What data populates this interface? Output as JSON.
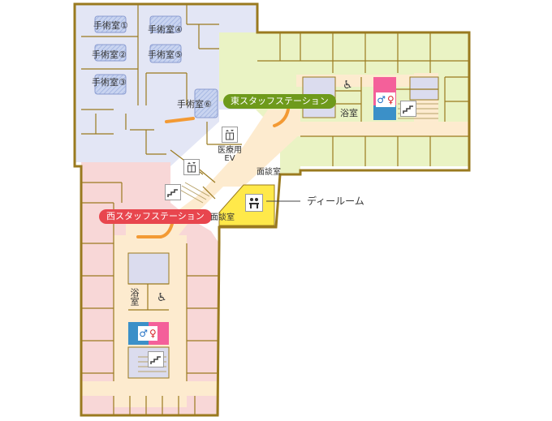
{
  "rooms": {
    "or1": "手術室①",
    "or2": "手術室②",
    "or3": "手術室③",
    "or4": "手術室④",
    "or5": "手術室⑤",
    "or6": "手術室⑥",
    "bath_east": "浴室",
    "bath_west": "浴室",
    "medical_ev": "医療用\nEV",
    "interview_north": "面談室",
    "interview_south": "面談室"
  },
  "stations": {
    "east": "東スタッフステーション",
    "west": "西スタッフステーション"
  },
  "callout": {
    "dayroom": "ディールーム"
  },
  "icons": {
    "wheelchair": "wheelchair-icon",
    "stairs": "stairs-icon",
    "elevator": "elevator-icon",
    "toilet_men": "male-toilet-icon",
    "toilet_women": "female-toilet-icon",
    "dayroom": "dayroom-icon"
  },
  "colors": {
    "wall": "#9a7a1f",
    "surgery_zone": "#e3e6f5",
    "east_ward": "#eaf3c4",
    "west_ward": "#f8d7d7",
    "corridor": "#fdebcf",
    "dayroom": "#ffe94a",
    "east_station": "#6e9a1b",
    "west_station": "#e8464e",
    "counter": "#f39a34",
    "toilet_women_bg": "#f4609a",
    "toilet_men_bg": "#3b90c8"
  }
}
